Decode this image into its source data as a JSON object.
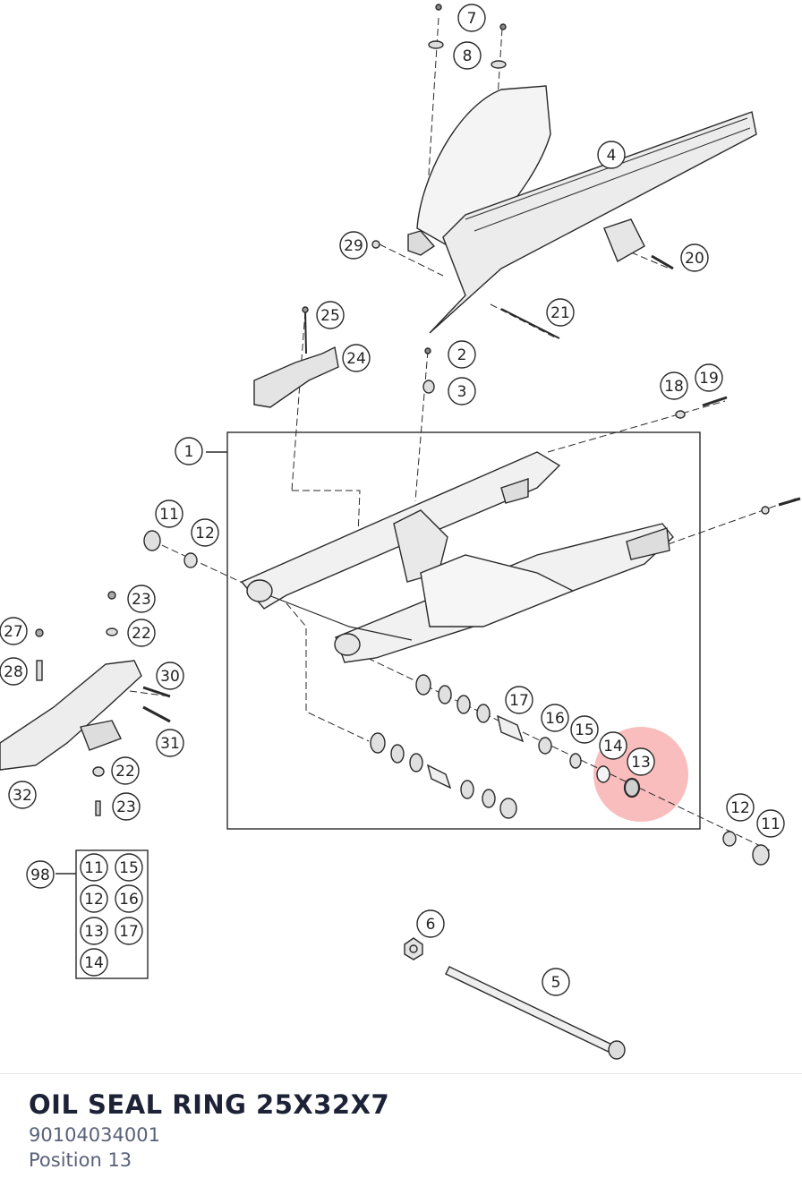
{
  "part": {
    "title": "OIL SEAL RING 25X32X7",
    "number": "90104034001",
    "position": "Position 13"
  },
  "diagram": {
    "highlight_color": "#f26d6d",
    "callouts": [
      {
        "label": "7"
      },
      {
        "label": "8"
      },
      {
        "label": "4"
      },
      {
        "label": "29"
      },
      {
        "label": "20"
      },
      {
        "label": "21"
      },
      {
        "label": "25"
      },
      {
        "label": "24"
      },
      {
        "label": "2"
      },
      {
        "label": "3"
      },
      {
        "label": "18"
      },
      {
        "label": "19"
      },
      {
        "label": "1"
      },
      {
        "label": "11"
      },
      {
        "label": "12"
      },
      {
        "label": "23"
      },
      {
        "label": "27"
      },
      {
        "label": "22"
      },
      {
        "label": "28"
      },
      {
        "label": "30"
      },
      {
        "label": "31"
      },
      {
        "label": "22"
      },
      {
        "label": "32"
      },
      {
        "label": "23"
      },
      {
        "label": "17"
      },
      {
        "label": "16"
      },
      {
        "label": "15"
      },
      {
        "label": "14"
      },
      {
        "label": "13"
      },
      {
        "label": "12"
      },
      {
        "label": "11"
      },
      {
        "label": "98"
      },
      {
        "label": "6"
      },
      {
        "label": "5"
      }
    ],
    "kit_items": [
      {
        "label": "11"
      },
      {
        "label": "15"
      },
      {
        "label": "12"
      },
      {
        "label": "16"
      },
      {
        "label": "13"
      },
      {
        "label": "17"
      },
      {
        "label": "14"
      }
    ]
  }
}
